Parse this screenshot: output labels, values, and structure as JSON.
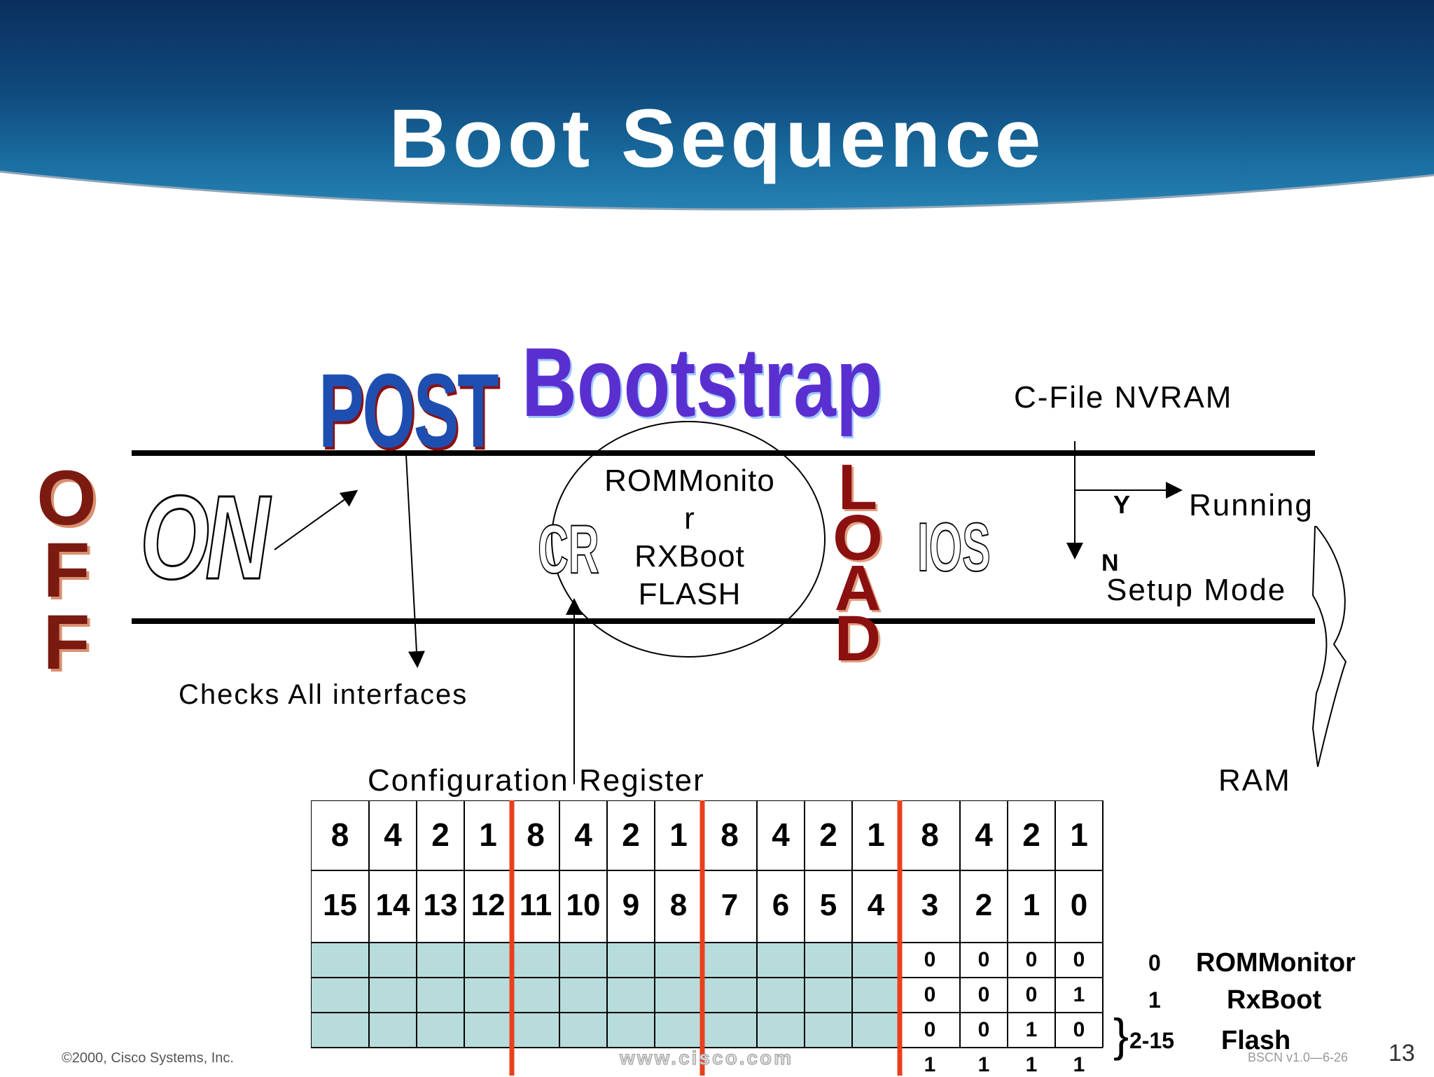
{
  "title": "Boot Sequence",
  "labels": {
    "off": "OFF",
    "on": "ON",
    "post": "POST",
    "bootstrap": "Bootstrap",
    "cr": "CR",
    "load": "LOAD",
    "ios": "IOS",
    "cfile": "C-File NVRAM",
    "yes": "Y",
    "no": "N",
    "running": "Running",
    "setup": "Setup Mode",
    "checks": "Checks All interfaces",
    "config_register": "Configuration Register",
    "ram": "RAM"
  },
  "circle_lines": [
    "ROMMonito",
    "r",
    "RXBoot",
    "FLASH"
  ],
  "register": {
    "weights": [
      "8",
      "4",
      "2",
      "1",
      "8",
      "4",
      "2",
      "1",
      "8",
      "4",
      "2",
      "1",
      "8",
      "4",
      "2",
      "1"
    ],
    "bits": [
      "15",
      "14",
      "13",
      "12",
      "11",
      "10",
      "9",
      "8",
      "7",
      "6",
      "5",
      "4",
      "3",
      "2",
      "1",
      "0"
    ],
    "rows": [
      [
        "0",
        "0",
        "0",
        "0"
      ],
      [
        "0",
        "0",
        "0",
        "1"
      ],
      [
        "0",
        "0",
        "1",
        "0"
      ],
      [
        "1",
        "1",
        "1",
        "1"
      ]
    ]
  },
  "legend": [
    {
      "value": "0",
      "name": "ROMMonitor"
    },
    {
      "value": "1",
      "name": "RxBoot"
    },
    {
      "value": "2-15",
      "name": "Flash"
    }
  ],
  "footer": {
    "copyright": "©2000, Cisco Systems, Inc.",
    "url": "www.cisco.com",
    "course": "BSCN v1.0—6-26",
    "page": "13"
  },
  "colors": {
    "post": "#1e4fb0",
    "bootstrap": "#5a2fd0",
    "load": "#8b1010",
    "off": "#7a1a10",
    "divider": "#e8401c",
    "cell_fill": "#b8dcdc"
  }
}
